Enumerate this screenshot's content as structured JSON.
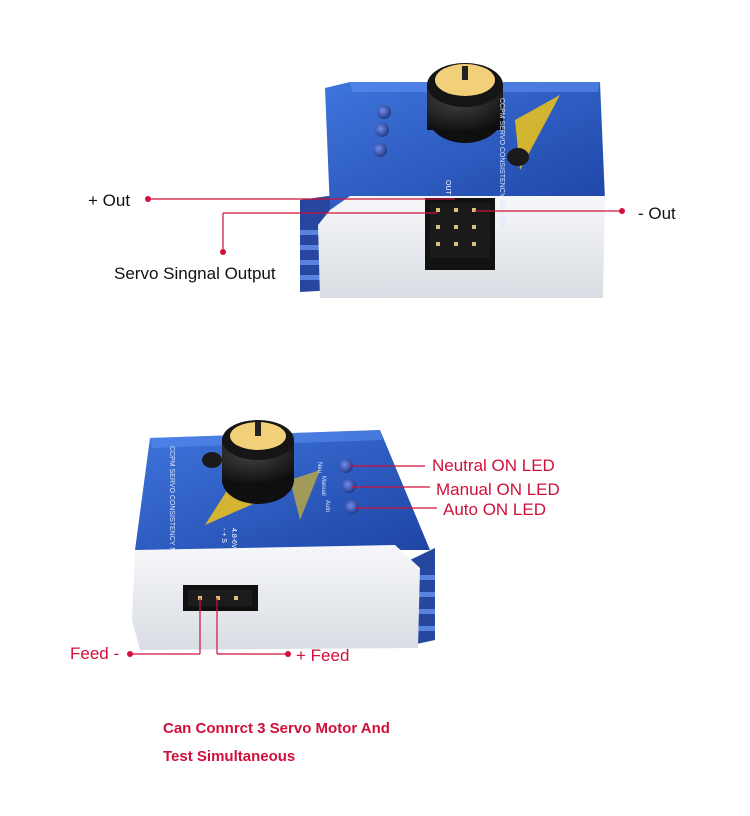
{
  "colors": {
    "callout": "#d0103a",
    "body_blue": "#2f5fc6",
    "body_blue_dark": "#1f3f94",
    "face_silver": "#eef0f3",
    "knob": "#1a1a1a",
    "knob_cap": "#f2d07a",
    "text": "#111111"
  },
  "top_device": {
    "labels": {
      "plus_out": "+ Out",
      "minus_out": "- Out",
      "servo_output": "Servo Singnal Output"
    },
    "printed": {
      "brand": "CCPM SERVO CONSISTENCY MASTER",
      "pins": "OUT  S  +  -"
    }
  },
  "bottom_device": {
    "labels": {
      "neutral_led": "Neutral ON LED",
      "manual_led": "Manual ON LED",
      "auto_led": "Auto ON LED",
      "feed_minus": "Feed -",
      "feed_plus": "+ Feed"
    },
    "printed": {
      "brand": "CCPM SERVO CONSISTENCY MASTER",
      "voltage": "4.8-6V",
      "pins": "- + S",
      "led_words": [
        "Neu",
        "Manual",
        "Auto"
      ]
    }
  },
  "caption": {
    "line1": "Can Connrct 3 Servo Motor And",
    "line2": "Test Simultaneous"
  }
}
